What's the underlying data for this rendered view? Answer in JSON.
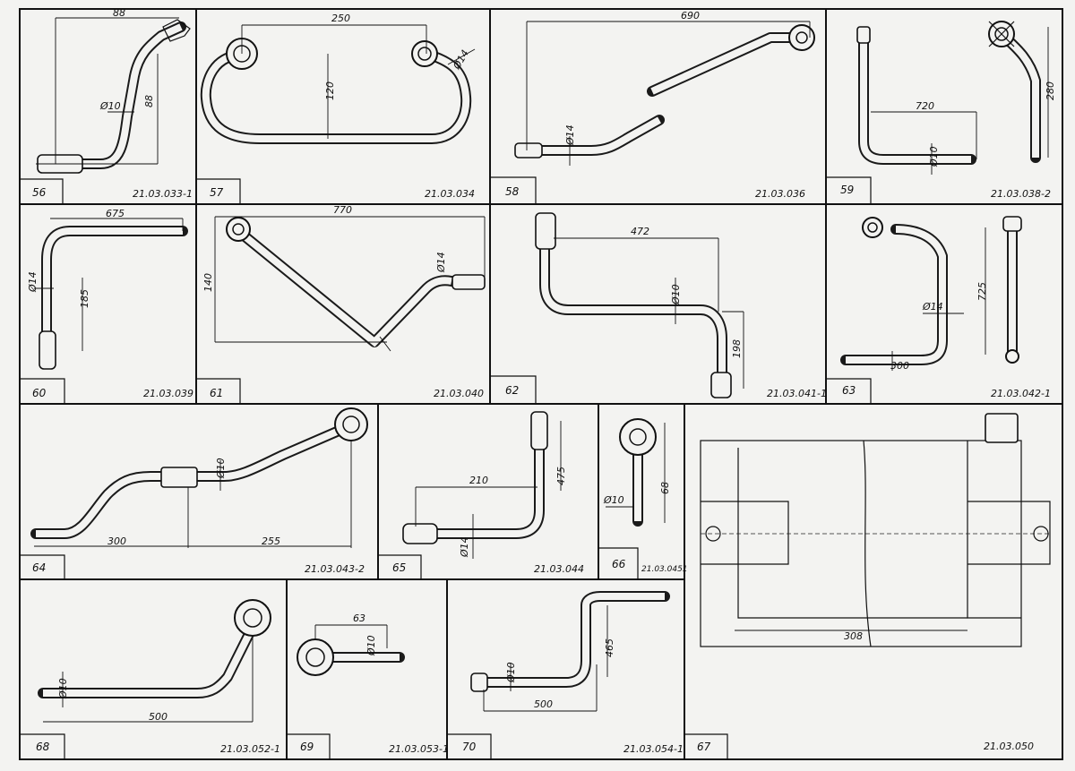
{
  "cells": [
    {
      "num": "56",
      "code": "21.03.033-1",
      "dims": [
        "88",
        "88",
        "Ø10"
      ]
    },
    {
      "num": "57",
      "code": "21.03.034",
      "dims": [
        "250",
        "120",
        "Ø14"
      ]
    },
    {
      "num": "58",
      "code": "21.03.036",
      "dims": [
        "690",
        "Ø14"
      ]
    },
    {
      "num": "59",
      "code": "21.03.038-2",
      "dims": [
        "720",
        "Ø10",
        "280"
      ]
    },
    {
      "num": "60",
      "code": "21.03.039",
      "dims": [
        "675",
        "Ø14",
        "185"
      ]
    },
    {
      "num": "61",
      "code": "21.03.040",
      "dims": [
        "770",
        "140",
        "Ø14"
      ]
    },
    {
      "num": "62",
      "code": "21.03.041-1",
      "dims": [
        "472",
        "Ø10",
        "198"
      ]
    },
    {
      "num": "63",
      "code": "21.03.042-1",
      "dims": [
        "725",
        "Ø14",
        "300"
      ]
    },
    {
      "num": "64",
      "code": "21.03.043-2",
      "dims": [
        "Ø10",
        "300",
        "255"
      ]
    },
    {
      "num": "65",
      "code": "21.03.044",
      "dims": [
        "210",
        "475",
        "Ø14"
      ]
    },
    {
      "num": "66",
      "code": "21.03.0451",
      "dims": [
        "68",
        "Ø10"
      ]
    },
    {
      "num": "67",
      "code": "21.03.050",
      "dims": [
        "308"
      ]
    },
    {
      "num": "68",
      "code": "21.03.052-1",
      "dims": [
        "Ø10",
        "500"
      ]
    },
    {
      "num": "69",
      "code": "21.03.053-1",
      "dims": [
        "63",
        "Ø10"
      ]
    },
    {
      "num": "70",
      "code": "21.03.054-1",
      "dims": [
        "Ø10",
        "465",
        "500"
      ]
    }
  ]
}
